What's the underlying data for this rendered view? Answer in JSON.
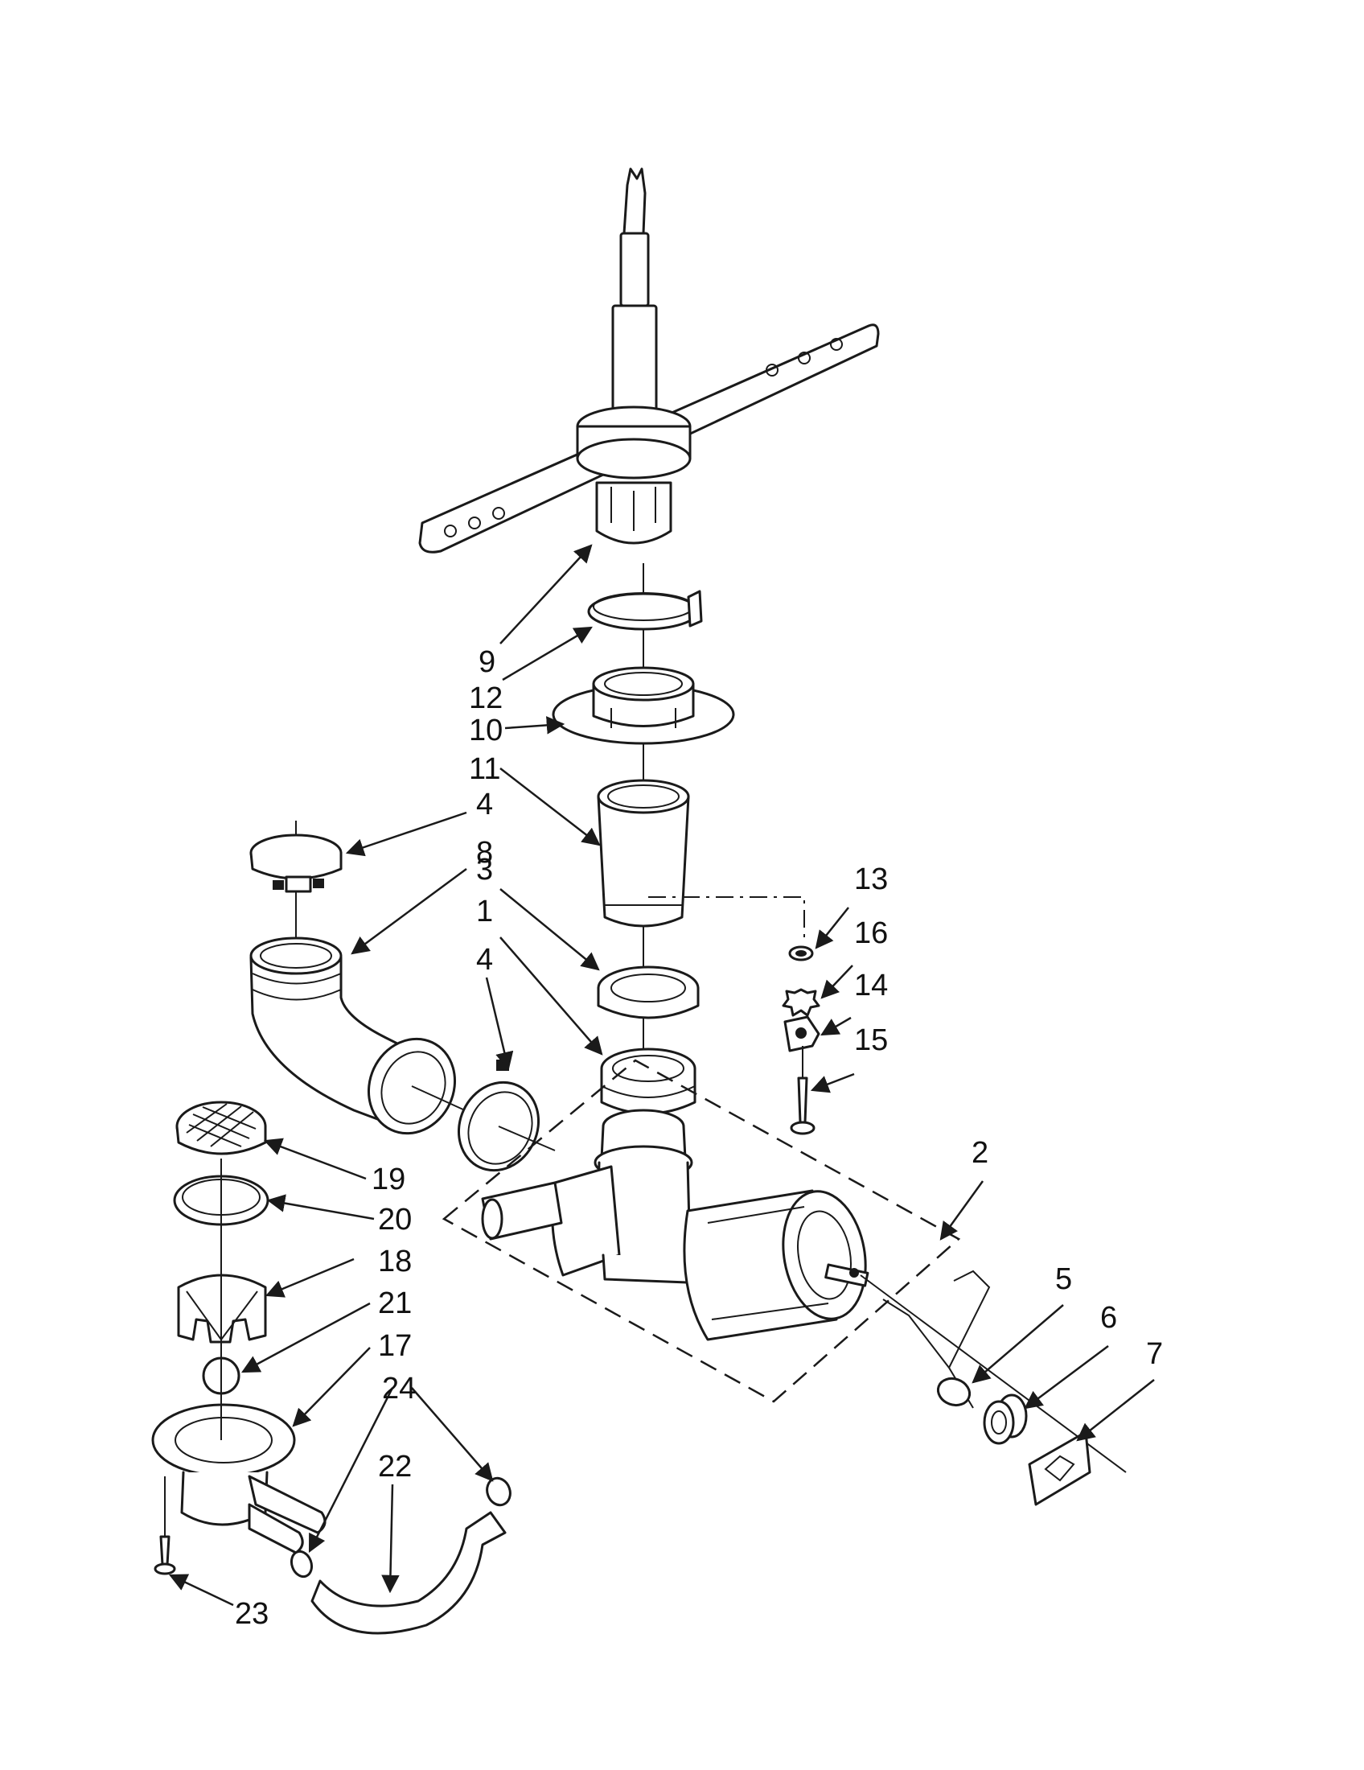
{
  "callouts": [
    {
      "id": "9",
      "text": "9"
    },
    {
      "id": "12",
      "text": "12"
    },
    {
      "id": "10",
      "text": "10"
    },
    {
      "id": "11",
      "text": "11"
    },
    {
      "id": "4a",
      "text": "4"
    },
    {
      "id": "8",
      "text": "8"
    },
    {
      "id": "3",
      "text": "3"
    },
    {
      "id": "1",
      "text": "1"
    },
    {
      "id": "4b",
      "text": "4"
    },
    {
      "id": "13",
      "text": "13"
    },
    {
      "id": "16",
      "text": "16"
    },
    {
      "id": "14",
      "text": "14"
    },
    {
      "id": "15",
      "text": "15"
    },
    {
      "id": "2",
      "text": "2"
    },
    {
      "id": "5",
      "text": "5"
    },
    {
      "id": "6",
      "text": "6"
    },
    {
      "id": "7",
      "text": "7"
    },
    {
      "id": "19",
      "text": "19"
    },
    {
      "id": "20",
      "text": "20"
    },
    {
      "id": "18",
      "text": "18"
    },
    {
      "id": "21",
      "text": "21"
    },
    {
      "id": "17",
      "text": "17"
    },
    {
      "id": "24",
      "text": "24"
    },
    {
      "id": "22",
      "text": "22"
    },
    {
      "id": "23",
      "text": "23"
    }
  ]
}
